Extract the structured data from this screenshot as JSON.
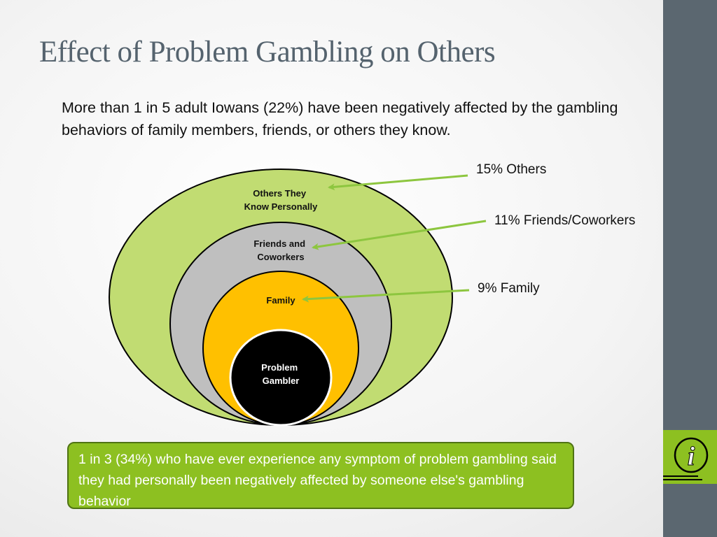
{
  "slide": {
    "title": "Effect of Problem Gambling on Others",
    "intro": "More than 1 in 5 adult Iowans (22%) have been negatively affected by the gambling behaviors of family members, friends, or others they know."
  },
  "diagram": {
    "rings": [
      {
        "id": "others",
        "label_lines": [
          "Others They",
          "Know Personally"
        ],
        "fill": "#c1dc72",
        "text_color": "#111111"
      },
      {
        "id": "friends",
        "label_lines": [
          "Friends and",
          "Coworkers"
        ],
        "fill": "#bfbfbf",
        "text_color": "#111111"
      },
      {
        "id": "family",
        "label_lines": [
          "Family"
        ],
        "fill": "#ffc000",
        "text_color": "#111111"
      },
      {
        "id": "gambler",
        "label_lines": [
          "Problem",
          "Gambler"
        ],
        "fill": "#000000",
        "text_color": "#ffffff"
      }
    ],
    "callouts": [
      {
        "ring": "others",
        "text": "15% Others",
        "percent": 15
      },
      {
        "ring": "friends",
        "text": "11% Friends/Coworkers",
        "percent": 11
      },
      {
        "ring": "family",
        "text": "9% Family",
        "percent": 9
      }
    ],
    "arrow_color": "#8dc63f"
  },
  "info_box": {
    "text": "1 in 3 (34%) who have ever experience any symptom of problem gambling said they had personally been negatively affected by someone else's gambling behavior",
    "fill": "#8dc021"
  },
  "sidebar": {
    "color": "#5b6770",
    "icon": "info-icon",
    "icon_text": "i"
  }
}
